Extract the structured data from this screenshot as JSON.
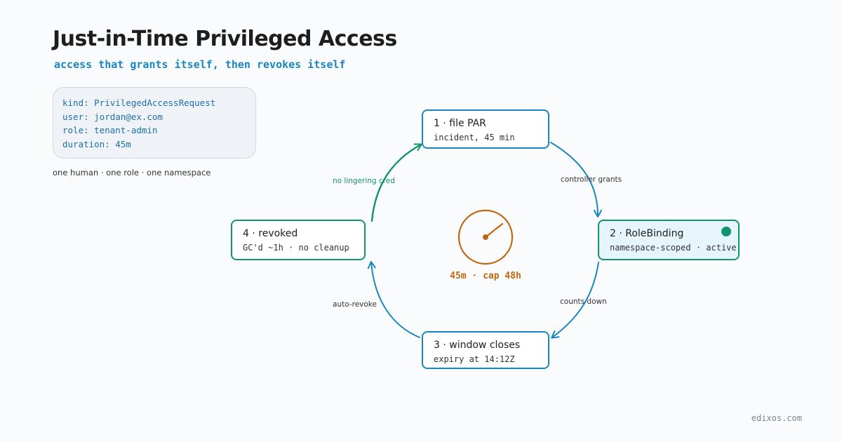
{
  "title": "Just-in-Time Privileged Access",
  "subtitle": "access that grants itself, then revokes itself",
  "spec": {
    "kind": "kind: PrivilegedAccessRequest",
    "user": "user: jordan@ex.com",
    "role": "role: tenant-admin",
    "duration": "duration: 45m"
  },
  "scope_note": "one human · one role · one namespace",
  "nodes": [
    {
      "title": "1 · file PAR",
      "subtitle": "incident, 45 min"
    },
    {
      "title": "2 · RoleBinding",
      "subtitle": "namespace-scoped · active",
      "status_color": "#11936b"
    },
    {
      "title": "3 · window closes",
      "subtitle": "expiry at 14:12Z"
    },
    {
      "title": "4 · revoked",
      "subtitle": "GC'd ~1h · no cleanup"
    }
  ],
  "edges": [
    {
      "label": "controller grants",
      "color": "#1a86c0"
    },
    {
      "label": "counts down",
      "color": "#1a86c0"
    },
    {
      "label": "auto-revoke",
      "color": "#1a86c0"
    },
    {
      "label": "no lingering cred",
      "color": "#11936b"
    }
  ],
  "timer": {
    "label": "45m · cap 48h",
    "icon": "clock-icon",
    "color": "#c0670f"
  },
  "footer": "edixos.com",
  "colors": {
    "blue": "#1a86c0",
    "green": "#11936b",
    "orange": "#c0670f"
  }
}
